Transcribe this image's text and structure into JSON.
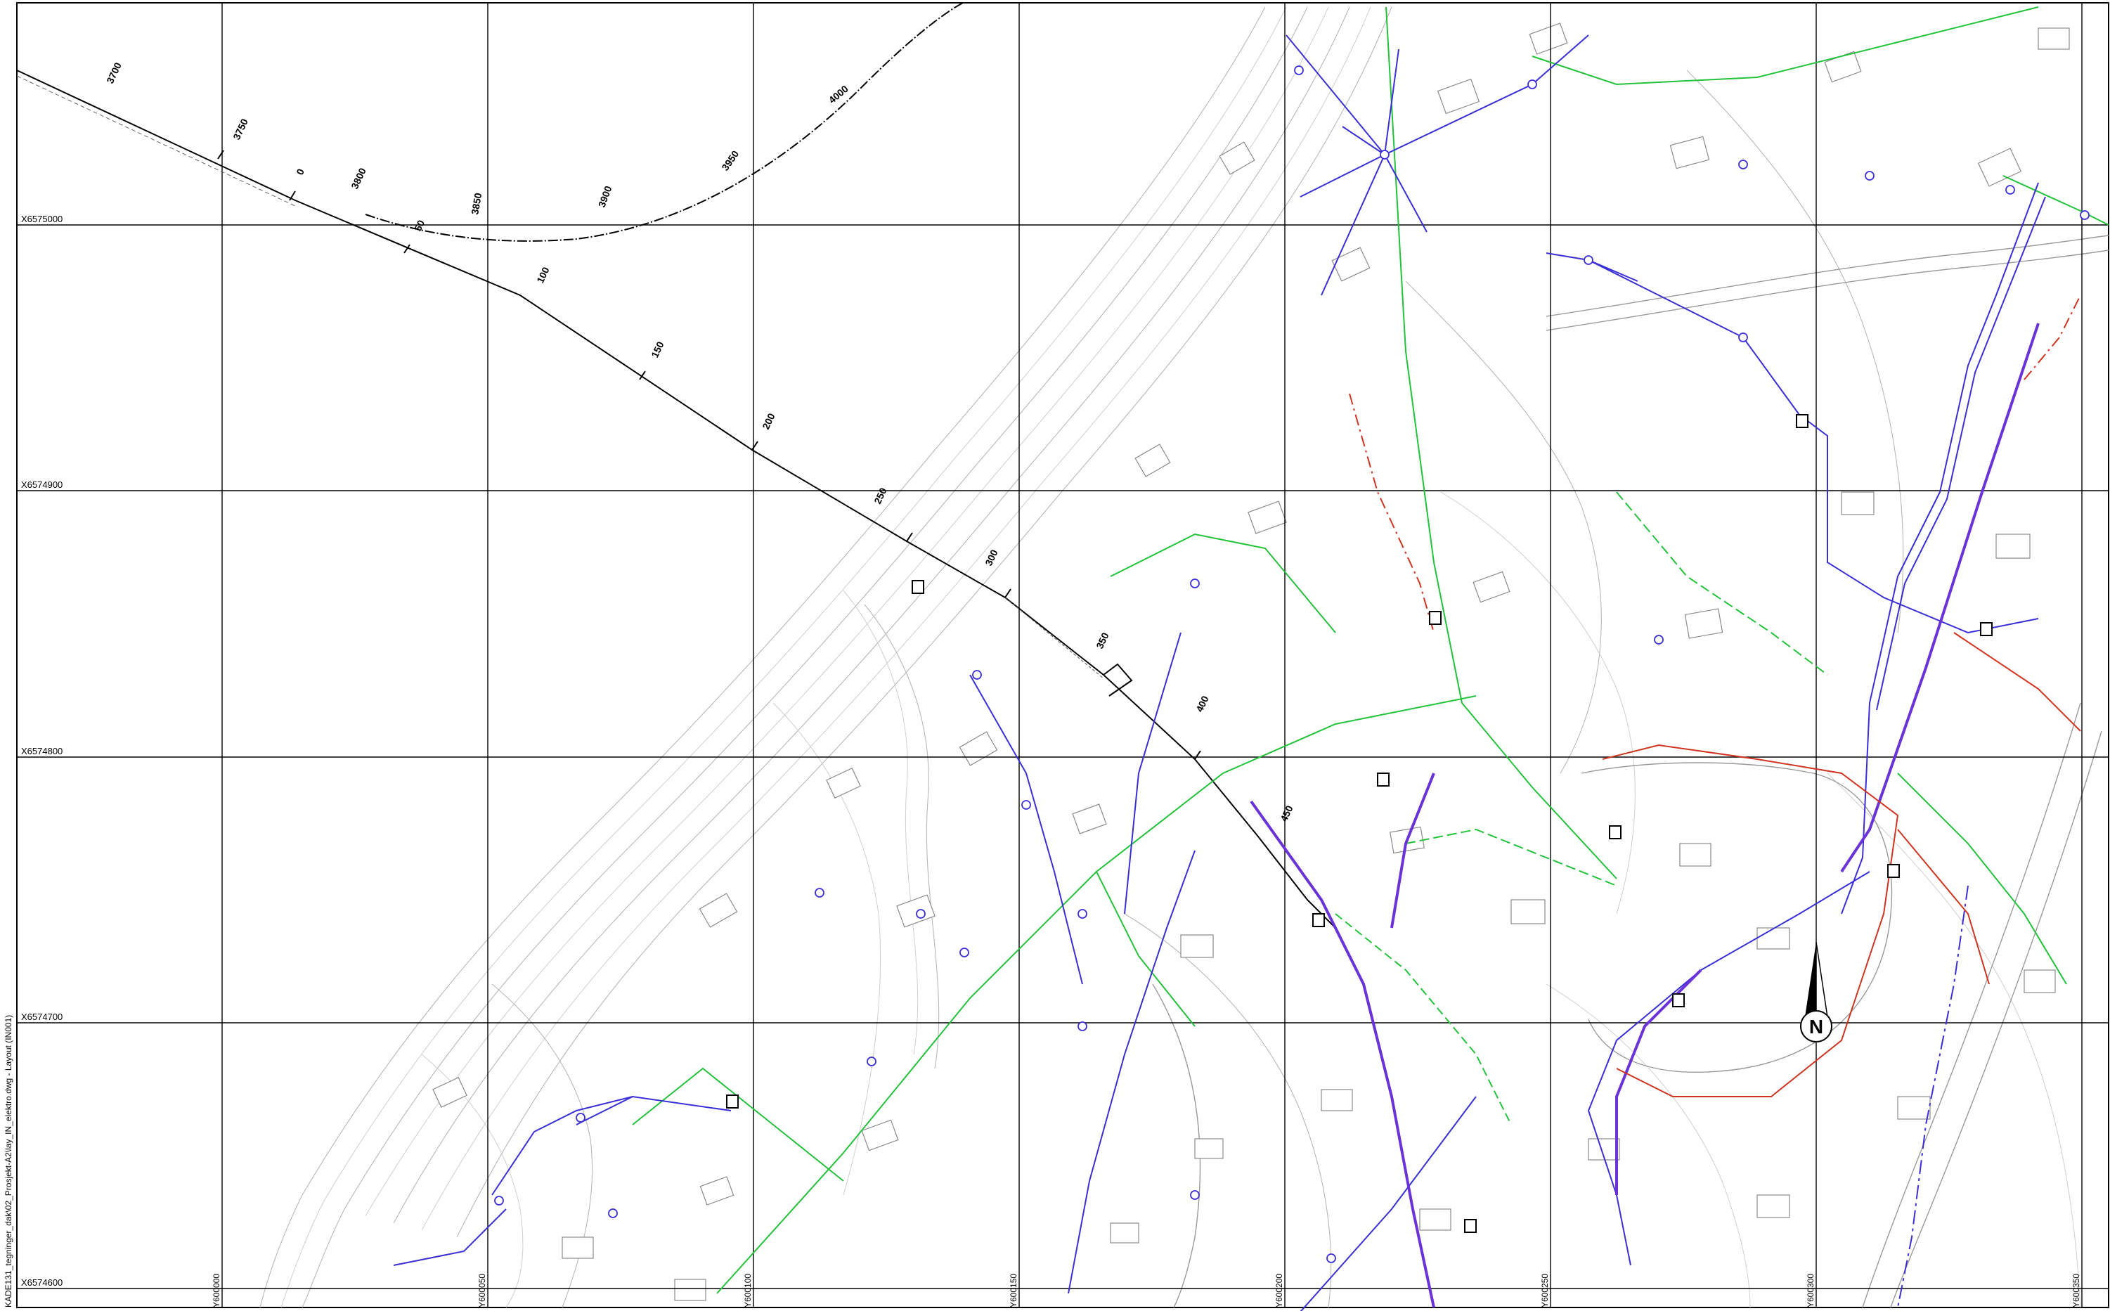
{
  "drawing": {
    "side_label": "KADE131_tegninger_dak\\02_Prosjekt-A2\\lay_IN_elektro.dwg - Layout (IN001)"
  },
  "grid": {
    "x_labels": [
      "X6575000",
      "X6574900",
      "X6574800",
      "X6574700",
      "X6574600"
    ],
    "y_labels": [
      "Y600000",
      "Y600050",
      "Y600100",
      "Y600150",
      "Y600200",
      "Y600250",
      "Y600300",
      "Y600350"
    ]
  },
  "chainage": {
    "line1": [
      "3700",
      "3750",
      "3800",
      "0",
      "50",
      "100",
      "150",
      "200",
      "250",
      "300",
      "350",
      "400",
      "450"
    ],
    "curve": [
      "3850",
      "3900",
      "3950",
      "4000"
    ]
  },
  "north_arrow": {
    "label": "N"
  },
  "layers": {
    "utility_blue": "#3a2fd6",
    "utility_green": "#22c23a",
    "utility_red": "#d0341f",
    "utility_magenta": "#b0206a",
    "alignment": "#000000",
    "terrain": "#b8b8b8"
  },
  "icons": {
    "north": "north-arrow-icon",
    "manhole": "manhole-symbol-icon",
    "cabinet": "cabinet-symbol-icon"
  }
}
